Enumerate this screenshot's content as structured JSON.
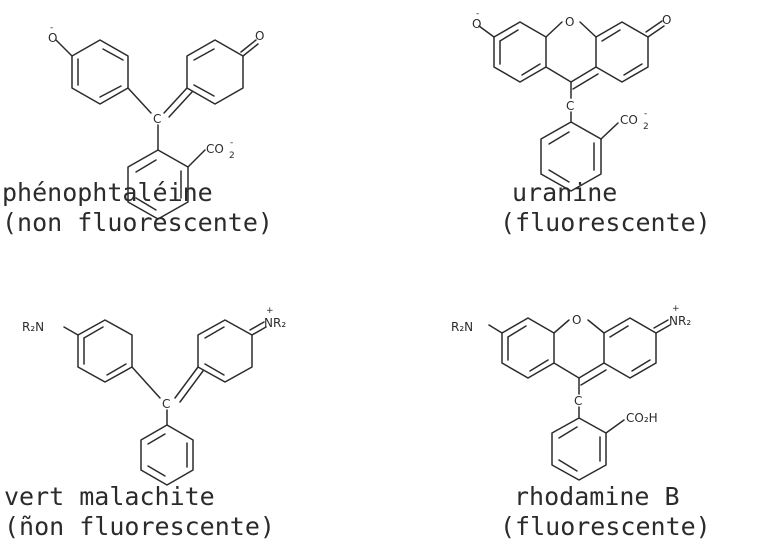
{
  "molecules": [
    {
      "name": "phénophtaléine",
      "property": "(non fluorescente)",
      "atoms": {
        "left_o": "O",
        "left_o_charge": "-",
        "right_o": "O",
        "center": "C",
        "sub": "CO",
        "sub_sub": "2",
        "sub_sup": "-"
      }
    },
    {
      "name": "uranine",
      "property": "(fluorescente)",
      "atoms": {
        "left_o": "O",
        "left_o_charge": "-",
        "bridge_o": "O",
        "right_o": "O",
        "center": "C",
        "sub": "CO",
        "sub_sub": "2",
        "sub_sup": "-"
      }
    },
    {
      "name": "vert malachite",
      "property": "(ñon fluorescente)",
      "atoms": {
        "left_group": "R₂N",
        "right_plus": "+",
        "right_group": "NR₂",
        "center": "C"
      }
    },
    {
      "name": "rhodamine B",
      "property": "(fluorescente)",
      "atoms": {
        "left_group": "R₂N",
        "bridge_o": "O",
        "right_plus": "+",
        "right_group": "NR₂",
        "center": "C",
        "sub": "CO₂H"
      }
    }
  ]
}
